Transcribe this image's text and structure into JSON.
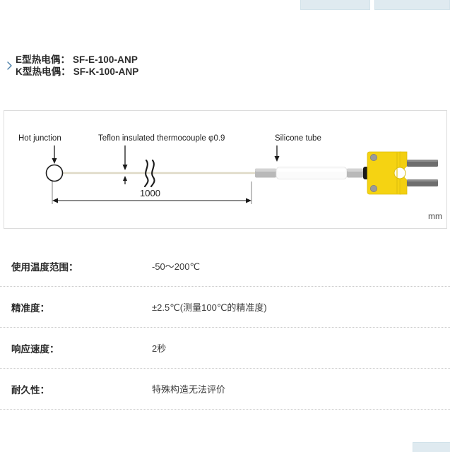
{
  "top_bars": [
    {
      "name": "tab-strip-left"
    },
    {
      "name": "tab-strip-right"
    }
  ],
  "product": {
    "bullet": "›",
    "line1": "E型热电偶： SF-E-100-ANP",
    "line2": "K型热电偶： SF-K-100-ANP"
  },
  "diagram": {
    "labels": {
      "hot_junction": "Hot junction",
      "thermocouple": "Teflon insulated thermocouple φ0.9",
      "silicone_tube": "Silicone tube"
    },
    "dimension": {
      "length": "1000",
      "unit": "mm"
    },
    "colors": {
      "connector_body": "#f5d312",
      "connector_shadow": "#e0bd0a",
      "pin": "#6e6e6e",
      "cable_black": "#1a1a1a",
      "ferrule_gray": "#b9b9b9",
      "tube_white": "#fbfbfb",
      "wire": "#e9e5d6",
      "line": "#4a4a4a"
    }
  },
  "specs": {
    "rows": [
      {
        "label": "使用温度范围：",
        "value": "-50～200℃"
      },
      {
        "label": "精准度：",
        "value": "±2.5℃(测量100℃的精准度)"
      },
      {
        "label": "响应速度：",
        "value": "2秒"
      },
      {
        "label": "耐久性：",
        "value": "特殊构造无法评价"
      }
    ]
  }
}
